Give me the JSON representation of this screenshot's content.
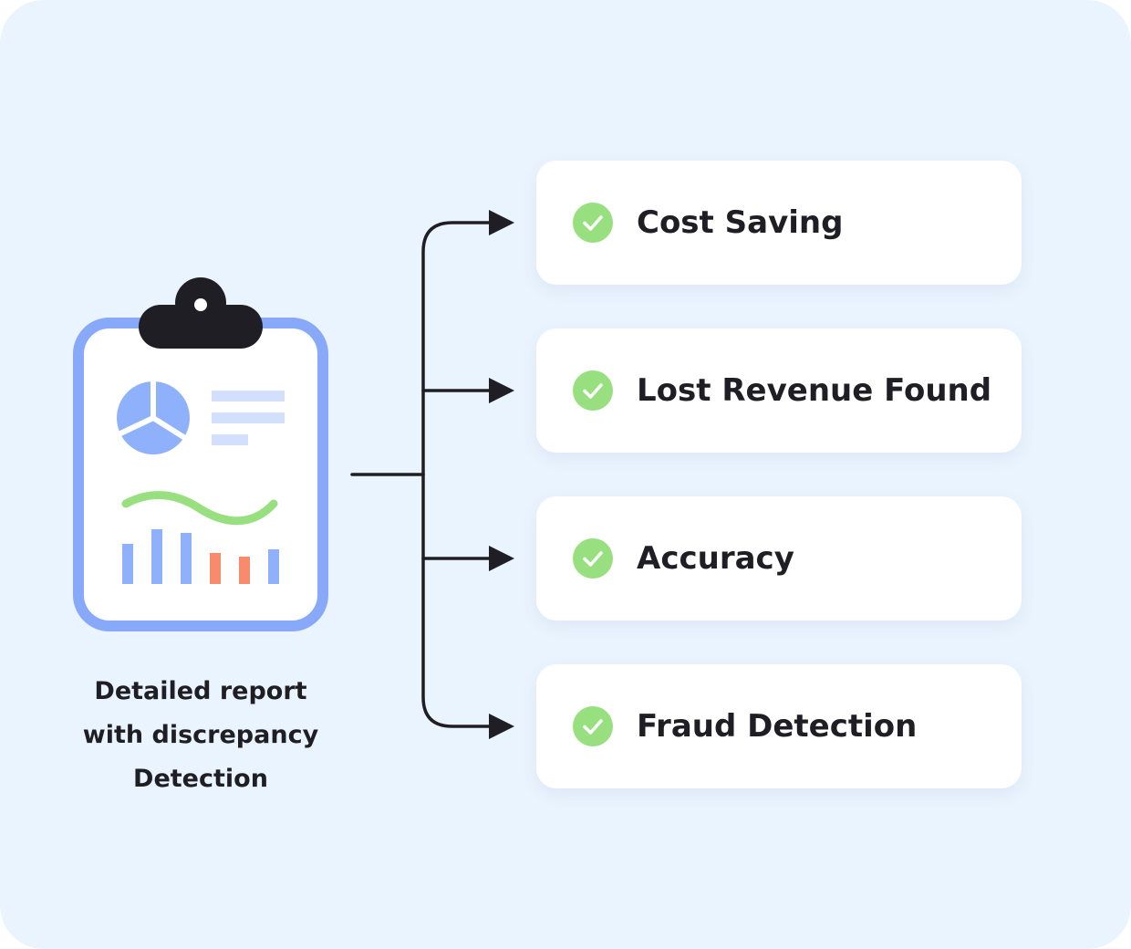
{
  "source": {
    "caption_lines": [
      "Detailed report",
      "with discrepancy",
      "Detection"
    ]
  },
  "outcomes": [
    {
      "label": "Cost Saving"
    },
    {
      "label": "Lost Revenue Found"
    },
    {
      "label": "Accuracy"
    },
    {
      "label": "Fraud Detection"
    }
  ],
  "colors": {
    "background": "#EAF4FE",
    "card": "#FFFFFF",
    "text": "#1F1E24",
    "check": "#98E07F",
    "clipboard_frame": "#88A8FA",
    "chart_blue": "#8FB1FB",
    "chart_red": "#F98A6E",
    "wave_green": "#98E07F"
  },
  "icons": {
    "outcome_marker": "check-circle-icon",
    "source": "clipboard-report-icon"
  }
}
